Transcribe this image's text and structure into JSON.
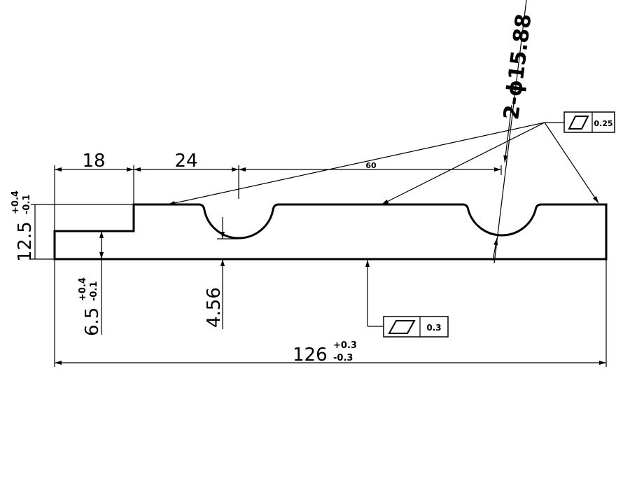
{
  "dimensions": {
    "d18": "18",
    "d24": "24",
    "d60": "60",
    "hole": "2-ϕ15.88",
    "height_total": {
      "nominal": "12.5",
      "upper": "+0.4",
      "lower": "-0.1"
    },
    "height_step": {
      "nominal": "6.5",
      "upper": "+0.4",
      "lower": "-0.1"
    },
    "groove_depth": "4.56",
    "length": {
      "nominal": "126",
      "upper": "+0.3",
      "lower": "-0.3"
    }
  },
  "tolerances": {
    "top_flatness": {
      "symbol": "flatness-icon",
      "value": "0.25"
    },
    "bottom_flatness": {
      "symbol": "flatness-icon",
      "value": "0.3"
    }
  }
}
